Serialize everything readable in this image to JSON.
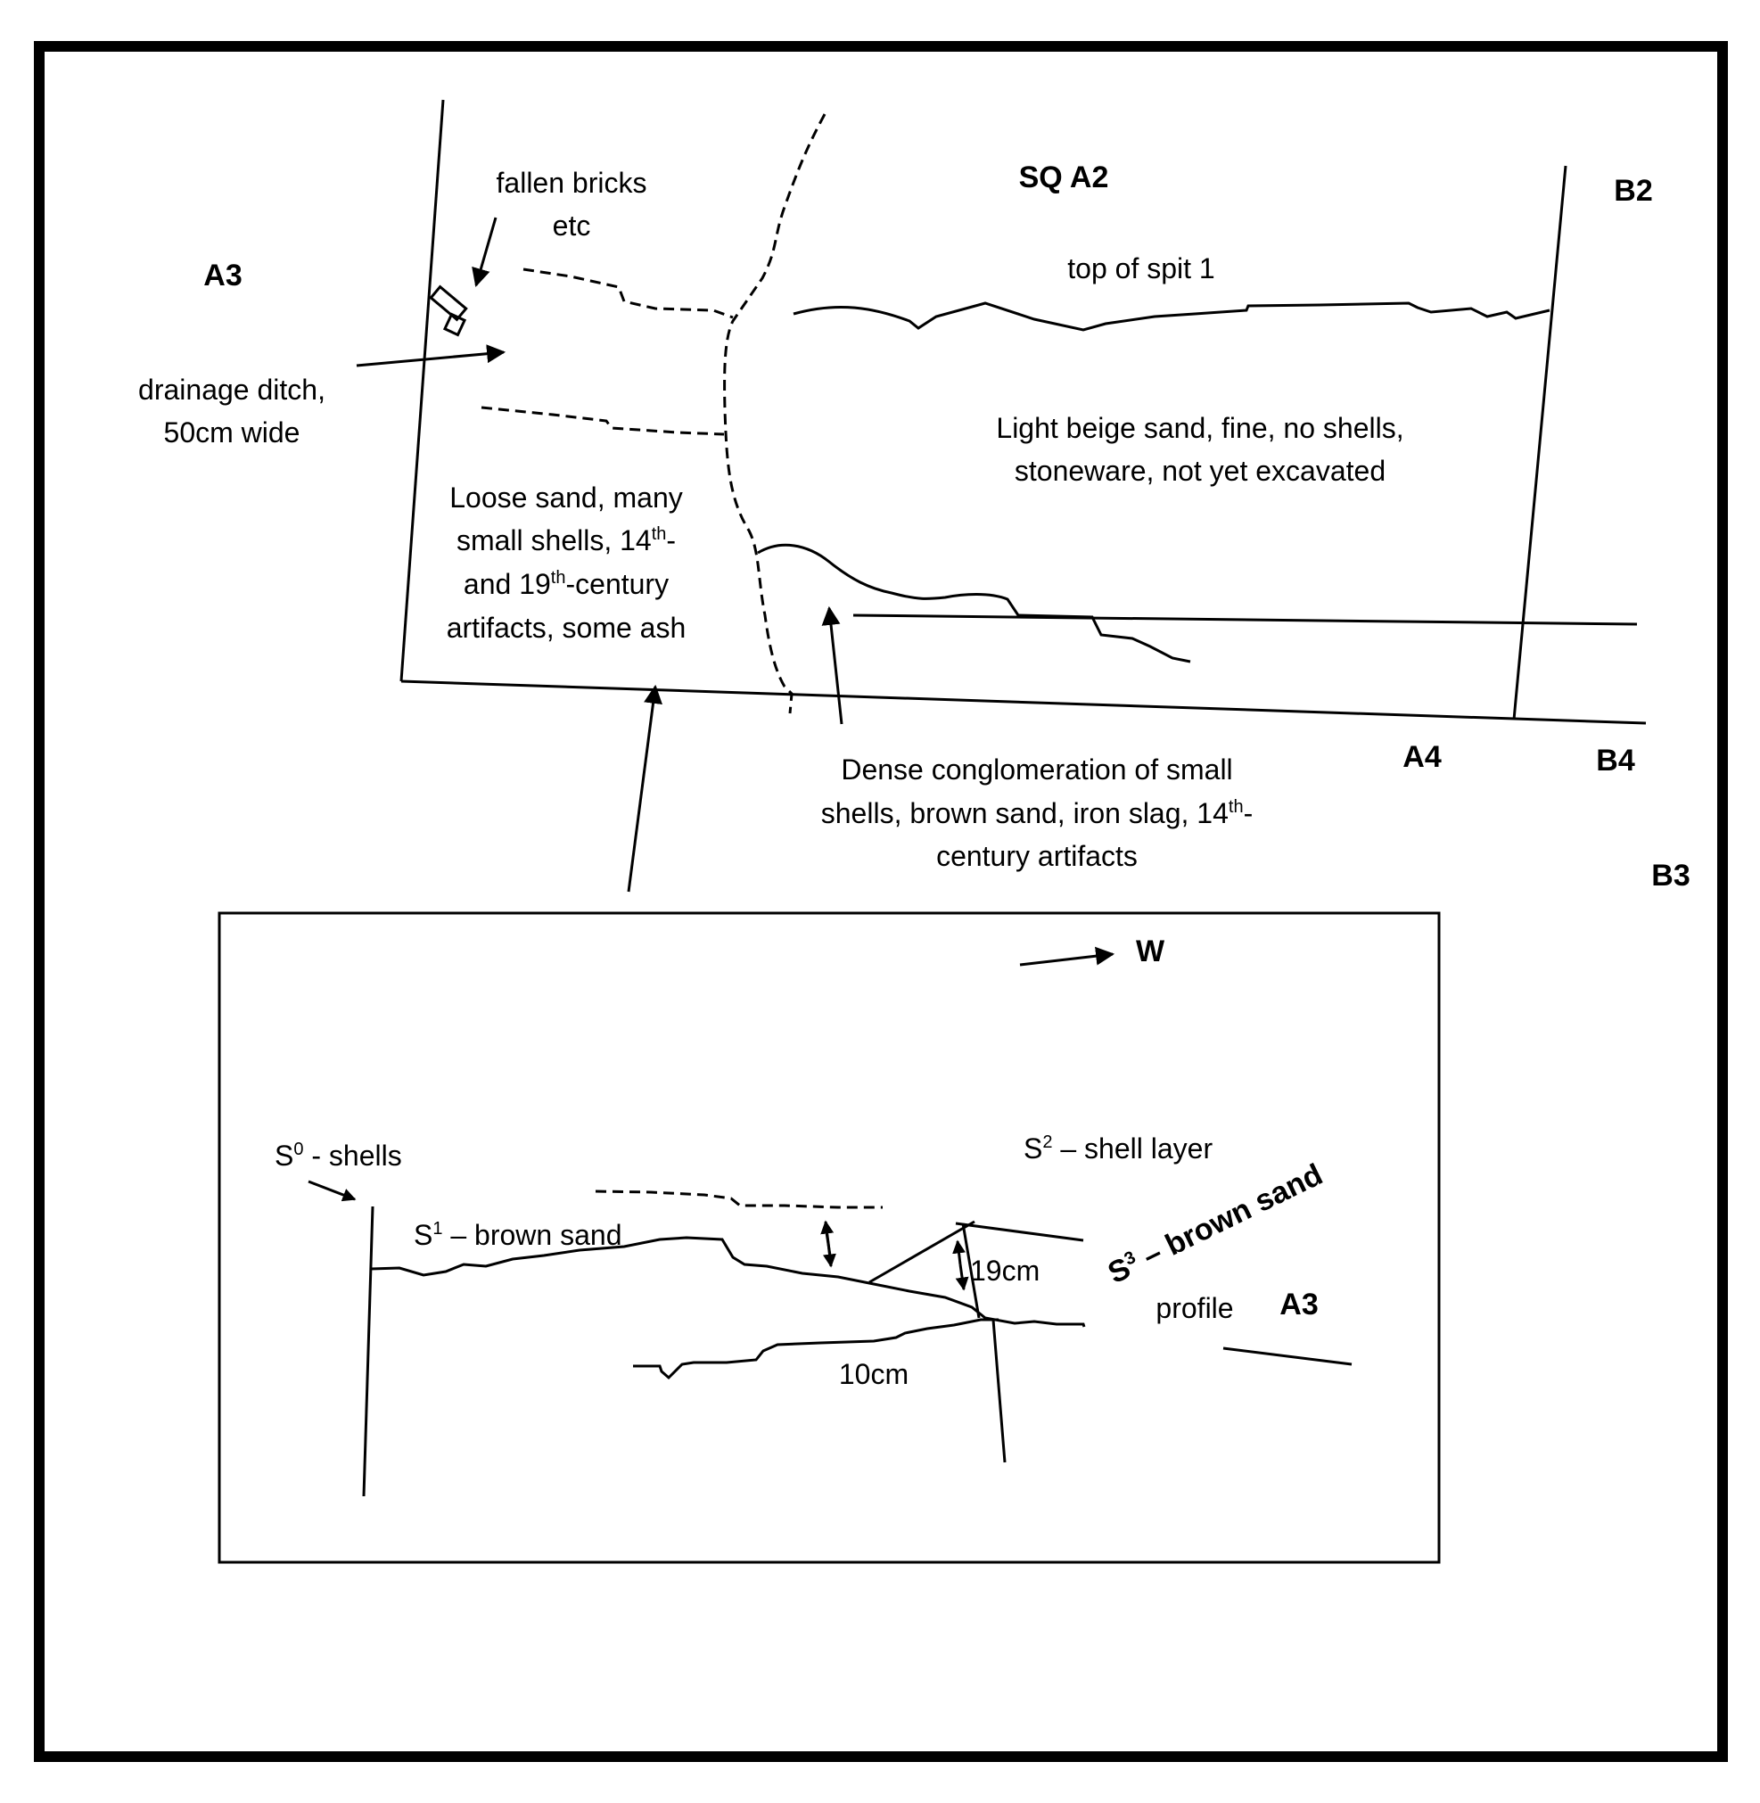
{
  "plan": {
    "square_label": "SQ A2",
    "grid_labels": {
      "a3": "A3",
      "b2": "B2",
      "a4": "A4",
      "b4": "B4",
      "b3": "B3"
    },
    "fallen_bricks": {
      "line1": "fallen bricks",
      "line2": "etc"
    },
    "drainage_ditch": {
      "line1": "drainage ditch,",
      "line2": "50cm wide"
    },
    "top_of_spit": "top of spit 1",
    "light_beige": {
      "line1": "Light beige sand, fine, no shells,",
      "line2": "stoneware, not yet excavated"
    },
    "loose_sand": {
      "line1": "Loose sand, many",
      "line2_a": "small shells, 14",
      "line2_sup": "th",
      "line2_b": "-",
      "line3_a": "and 19",
      "line3_sup": "th",
      "line3_b": "-century",
      "line4": "artifacts, some ash"
    },
    "dense": {
      "line1": "Dense conglomeration of small",
      "line2_a": "shells, brown sand, iron slag, 14",
      "line2_sup": "th",
      "line2_b": "-",
      "line3": "century artifacts"
    }
  },
  "profile": {
    "direction": "W",
    "s0": {
      "a": "S",
      "sup": "0",
      "b": " - shells"
    },
    "s1": {
      "a": "S",
      "sup": "1",
      "b": " – brown sand"
    },
    "s2": {
      "a": "S",
      "sup": "2",
      "b": " – shell layer"
    },
    "s3": {
      "a": "S",
      "sup": "3",
      "b": " – brown sand"
    },
    "measure_19": "19cm",
    "measure_10": "10cm",
    "profile_word": "profile",
    "profile_square": "A3"
  }
}
